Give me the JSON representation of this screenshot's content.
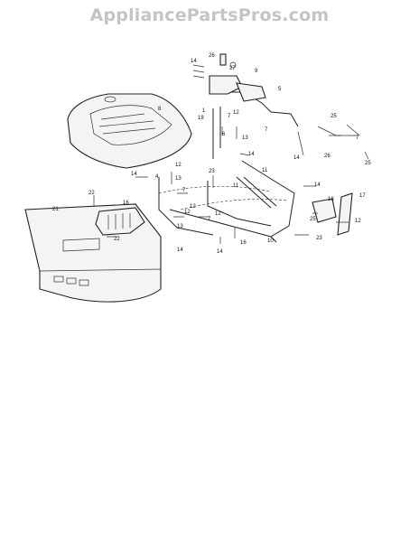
{
  "watermark": "AppliancePartsPros.com",
  "callouts": {
    "c1": "1",
    "c4": "4",
    "c5": "5",
    "c6": "6",
    "c7": "7",
    "c8": "8",
    "c9": "9",
    "c10": "10",
    "c11": "11",
    "c12": "12",
    "c13": "13",
    "c14": "14",
    "c16": "16",
    "c17": "17",
    "c18": "18",
    "c19": "19",
    "c21": "21",
    "c22": "22",
    "c23": "23",
    "c25": "25",
    "c26": "26",
    "c27": "27"
  }
}
